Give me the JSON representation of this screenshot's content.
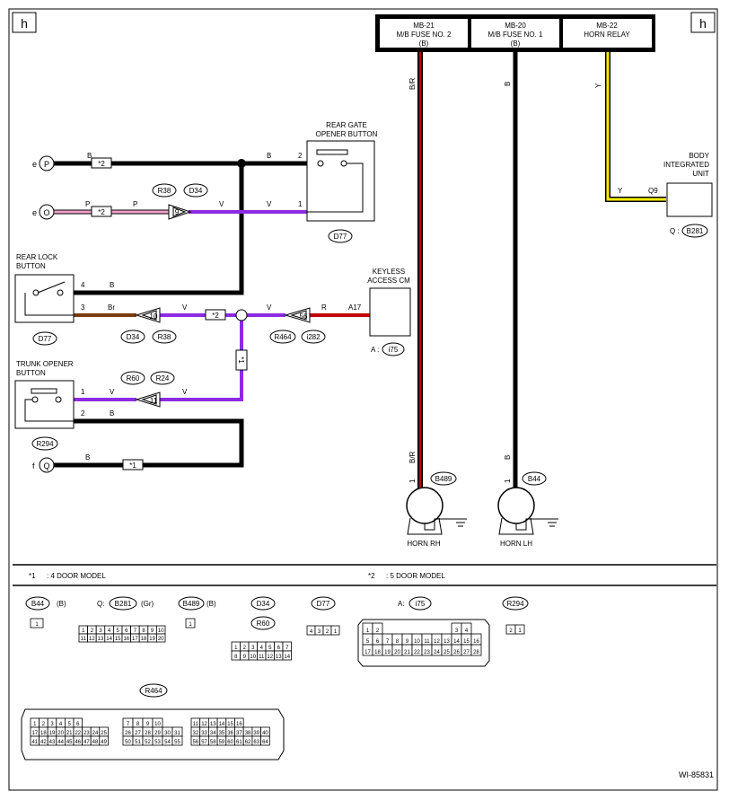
{
  "page": {
    "corner_left": "h",
    "corner_right": "h",
    "figure_id": "WI-85831"
  },
  "colors": {
    "black_wire": "#000000",
    "violet_wire": "#8b2be2",
    "pink_wire": "#f0a0c8",
    "red_wire": "#c00000",
    "brown_wire": "#7a3b10",
    "yellow_wire": "#ffee00"
  },
  "fuse_box": {
    "cells": [
      {
        "line1": "MB-21",
        "line2": "M/B FUSE NO. 2",
        "line3": "(B)"
      },
      {
        "line1": "MB-20",
        "line2": "M/B FUSE NO. 1",
        "line3": "(B)"
      },
      {
        "line1": "MB-22",
        "line2": "HORN RELAY",
        "line3": ""
      }
    ]
  },
  "wire_labels": {
    "fuse2_color": "B/R",
    "fuse1_color": "B",
    "relay_color": "Y",
    "biu_wire": "Y",
    "biu_pin": "Q9",
    "row_e_b": "B",
    "row_e_b2": "B",
    "row_e_p": "P",
    "row_e_p2": "P",
    "row_e_v": "V",
    "row_e_v2": "V",
    "rear_lock_b": "B",
    "rear_lock_br": "Br",
    "mid_v": "V",
    "mid_v2": "V",
    "mid_r": "R",
    "mid_pin": "A17",
    "trunk_v": "V",
    "trunk_v2": "V",
    "trunk_b": "B",
    "bottom_b": "B",
    "horn_rh_wire": "B/R",
    "horn_lh_wire": "B"
  },
  "pins": {
    "rgob_top": "2",
    "rgob_bot": "1",
    "rear_lock_top": "4",
    "rear_lock_bot": "3",
    "trunk_top": "1",
    "trunk_bot": "2",
    "horn_rh": "1",
    "horn_lh": "1"
  },
  "connectors": {
    "r38_top": "R38",
    "d34_top": "D34",
    "d77_rgob": "D77",
    "d77_lock": "D77",
    "d34_mid": "D34",
    "r38_mid": "R38",
    "r464_mid": "R464",
    "i282": "i282",
    "i75_prefix": "A :",
    "i75": "i75",
    "r60_trunk": "R60",
    "r24": "R24",
    "r294_trunk": "R294",
    "b281_prefix": "Q :",
    "b281": "B281",
    "b489_horn": "B489",
    "b44_horn": "B44",
    "junction_9": "9",
    "junction_10": "10",
    "junction_56": "56",
    "junction_11": "11"
  },
  "terminals": {
    "e1_letter": "e",
    "e1_symbol": "P",
    "e2_letter": "e",
    "e2_symbol": "O",
    "f_letter": "f",
    "f_symbol": "Q"
  },
  "components": {
    "rear_gate_l1": "REAR GATE",
    "rear_gate_l2": "OPENER BUTTON",
    "biu_l1": "BODY",
    "biu_l2": "INTEGRATED",
    "biu_l3": "UNIT",
    "rear_lock_l1": "REAR LOCK",
    "rear_lock_l2": "BUTTON",
    "keyless_l1": "KEYLESS",
    "keyless_l2": "ACCESS CM",
    "trunk_l1": "TRUNK OPENER",
    "trunk_l2": "BUTTON",
    "horn_rh": "HORN RH",
    "horn_lh": "HORN LH"
  },
  "markers": {
    "s1": "*1",
    "s2": "*2"
  },
  "notes": {
    "n1_mark": "*1",
    "n1_text": ": 4 DOOR MODEL",
    "n2_mark": "*2",
    "n2_text": ": 5 DOOR MODEL"
  },
  "legend": {
    "b44": "B44",
    "b44_color": "(B)",
    "b281_prefix": "Q:",
    "b281": "B281",
    "b281_color": "(Gr)",
    "b489": "B489",
    "b489_color": "(B)",
    "d34": "D34",
    "r60": "R60",
    "d77": "D77",
    "i75_prefix": "A:",
    "i75": "i75",
    "r294": "R294",
    "r464": "R464"
  },
  "pin_grids": {
    "b44": [
      [
        "1"
      ]
    ],
    "b281": [
      [
        "1",
        "2",
        "3",
        "4",
        "5",
        "6",
        "7",
        "8",
        "9",
        "10"
      ],
      [
        "11",
        "12",
        "13",
        "14",
        "15",
        "16",
        "17",
        "18",
        "19",
        "20"
      ]
    ],
    "b489": [
      [
        "1"
      ]
    ],
    "d34r60": [
      [
        "1",
        "2",
        "3",
        "4",
        "5",
        "6",
        "7"
      ],
      [
        "8",
        "9",
        "10",
        "11",
        "12",
        "13",
        "14"
      ]
    ],
    "d77": [
      [
        "4",
        "3",
        "2",
        "1"
      ]
    ],
    "i75": [
      [
        "1",
        "2",
        "",
        "",
        "",
        "",
        "",
        "",
        "",
        "3",
        "4"
      ],
      [
        "5",
        "6",
        "7",
        "8",
        "9",
        "10",
        "11",
        "12",
        "13",
        "14",
        "15",
        "16"
      ],
      [
        "17",
        "18",
        "19",
        "20",
        "21",
        "22",
        "23",
        "24",
        "25",
        "26",
        "27",
        "28"
      ]
    ],
    "r294": [
      [
        "2",
        "1"
      ]
    ],
    "r464_a": [
      [
        "1",
        "2",
        "3",
        "4",
        "5",
        "6"
      ],
      [
        "17",
        "18",
        "19",
        "20",
        "21",
        "22",
        "23",
        "24",
        "25"
      ],
      [
        "41",
        "42",
        "43",
        "44",
        "45",
        "46",
        "47",
        "48",
        "49"
      ]
    ],
    "r464_b": [
      [
        "7",
        "8",
        "9",
        "10"
      ],
      [
        "26",
        "27",
        "28",
        "29",
        "30",
        "31"
      ],
      [
        "50",
        "51",
        "52",
        "53",
        "54",
        "55"
      ]
    ],
    "r464_c": [
      [
        "11",
        "12",
        "13",
        "14",
        "15",
        "16"
      ],
      [
        "32",
        "33",
        "34",
        "35",
        "36",
        "37",
        "38",
        "39",
        "40"
      ],
      [
        "56",
        "57",
        "58",
        "59",
        "60",
        "61",
        "62",
        "63",
        "64"
      ]
    ]
  }
}
